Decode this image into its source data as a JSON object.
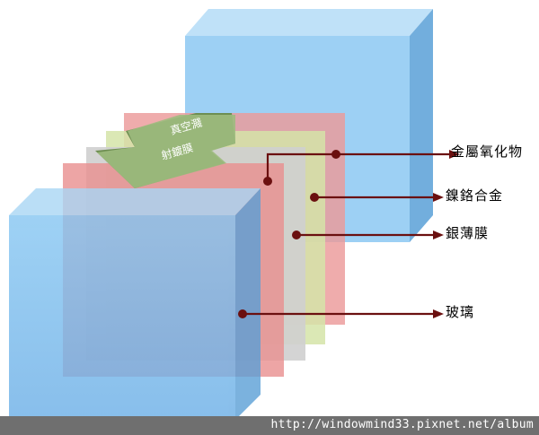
{
  "diagram": {
    "arrow_text": "真空濺射鍍膜",
    "labels": {
      "metal_oxide": "金屬氧化物",
      "nickel_chromium_alloy": "鎳鉻合金",
      "silver_film": "銀薄膜",
      "glass": "玻璃"
    },
    "colors": {
      "glass": "#7fbfef",
      "red_layer": "#e88f8f",
      "green_layer": "#cfe0a0",
      "grey_layer": "#c8c8c8",
      "arrow": "#8aa86a",
      "leader_line": "#6b1010"
    }
  },
  "watermark": "http://windowmind33.pixnet.net/album"
}
